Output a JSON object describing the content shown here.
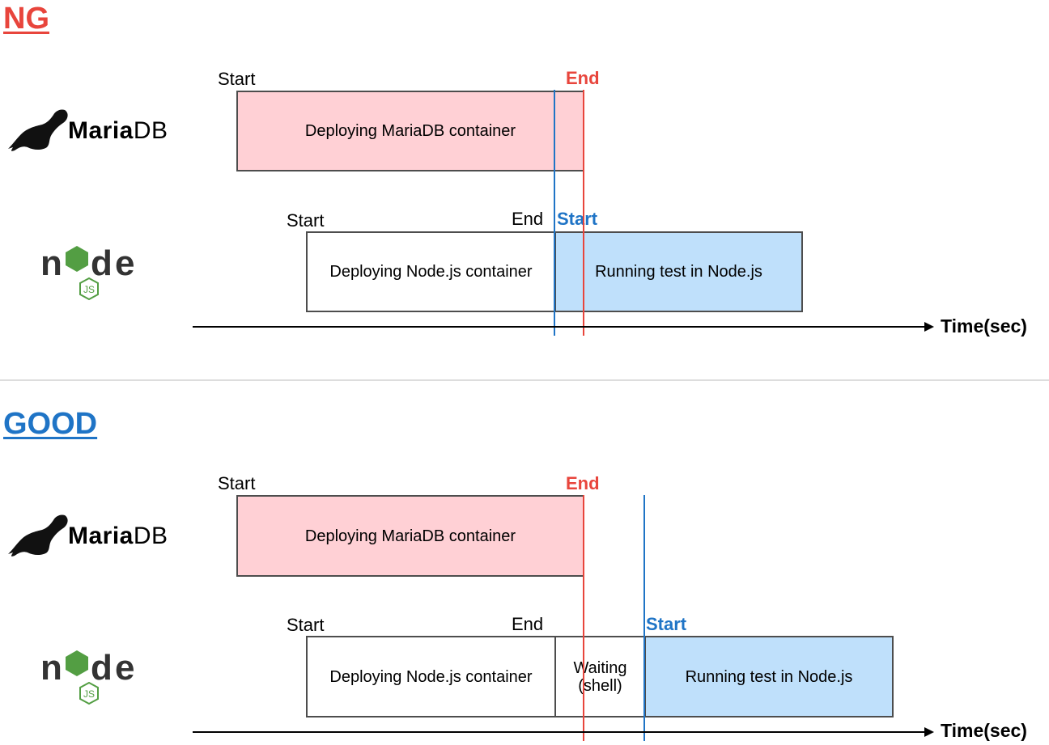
{
  "sections": [
    {
      "heading": "NG",
      "heading_color": "#e8453c",
      "mariadb": {
        "logo_text_a": "Maria",
        "logo_text_b": "DB",
        "start_label": "Start",
        "end_label": "End",
        "box_label": "Deploying MariaDB container"
      },
      "nodejs": {
        "logo_text": "node",
        "logo_badge": "JS",
        "start_label": "Start",
        "end_label": "End",
        "test_start_label": "Start",
        "deploy_box_label": "Deploying Node.js container",
        "test_box_label": "Running test in Node.js"
      },
      "axis_label": "Time(sec)"
    },
    {
      "heading": "GOOD",
      "heading_color": "#1f74c6",
      "mariadb": {
        "logo_text_a": "Maria",
        "logo_text_b": "DB",
        "start_label": "Start",
        "end_label": "End",
        "box_label": "Deploying MariaDB container"
      },
      "nodejs": {
        "logo_text": "node",
        "logo_badge": "JS",
        "start_label": "Start",
        "end_label": "End",
        "test_start_label": "Start",
        "deploy_box_label": "Deploying Node.js container",
        "wait_box_label_1": "Waiting",
        "wait_box_label_2": "(shell)",
        "test_box_label": "Running test in Node.js"
      },
      "axis_label": "Time(sec)"
    }
  ],
  "colors": {
    "red": "#e8453c",
    "blue": "#1f74c6",
    "mariadb_box": "#ffd0d5",
    "test_box": "#bfe0fb",
    "node_green": "#539e43",
    "node_dark": "#333333"
  },
  "icons": [
    "mariadb-seal-logo",
    "nodejs-logo"
  ]
}
